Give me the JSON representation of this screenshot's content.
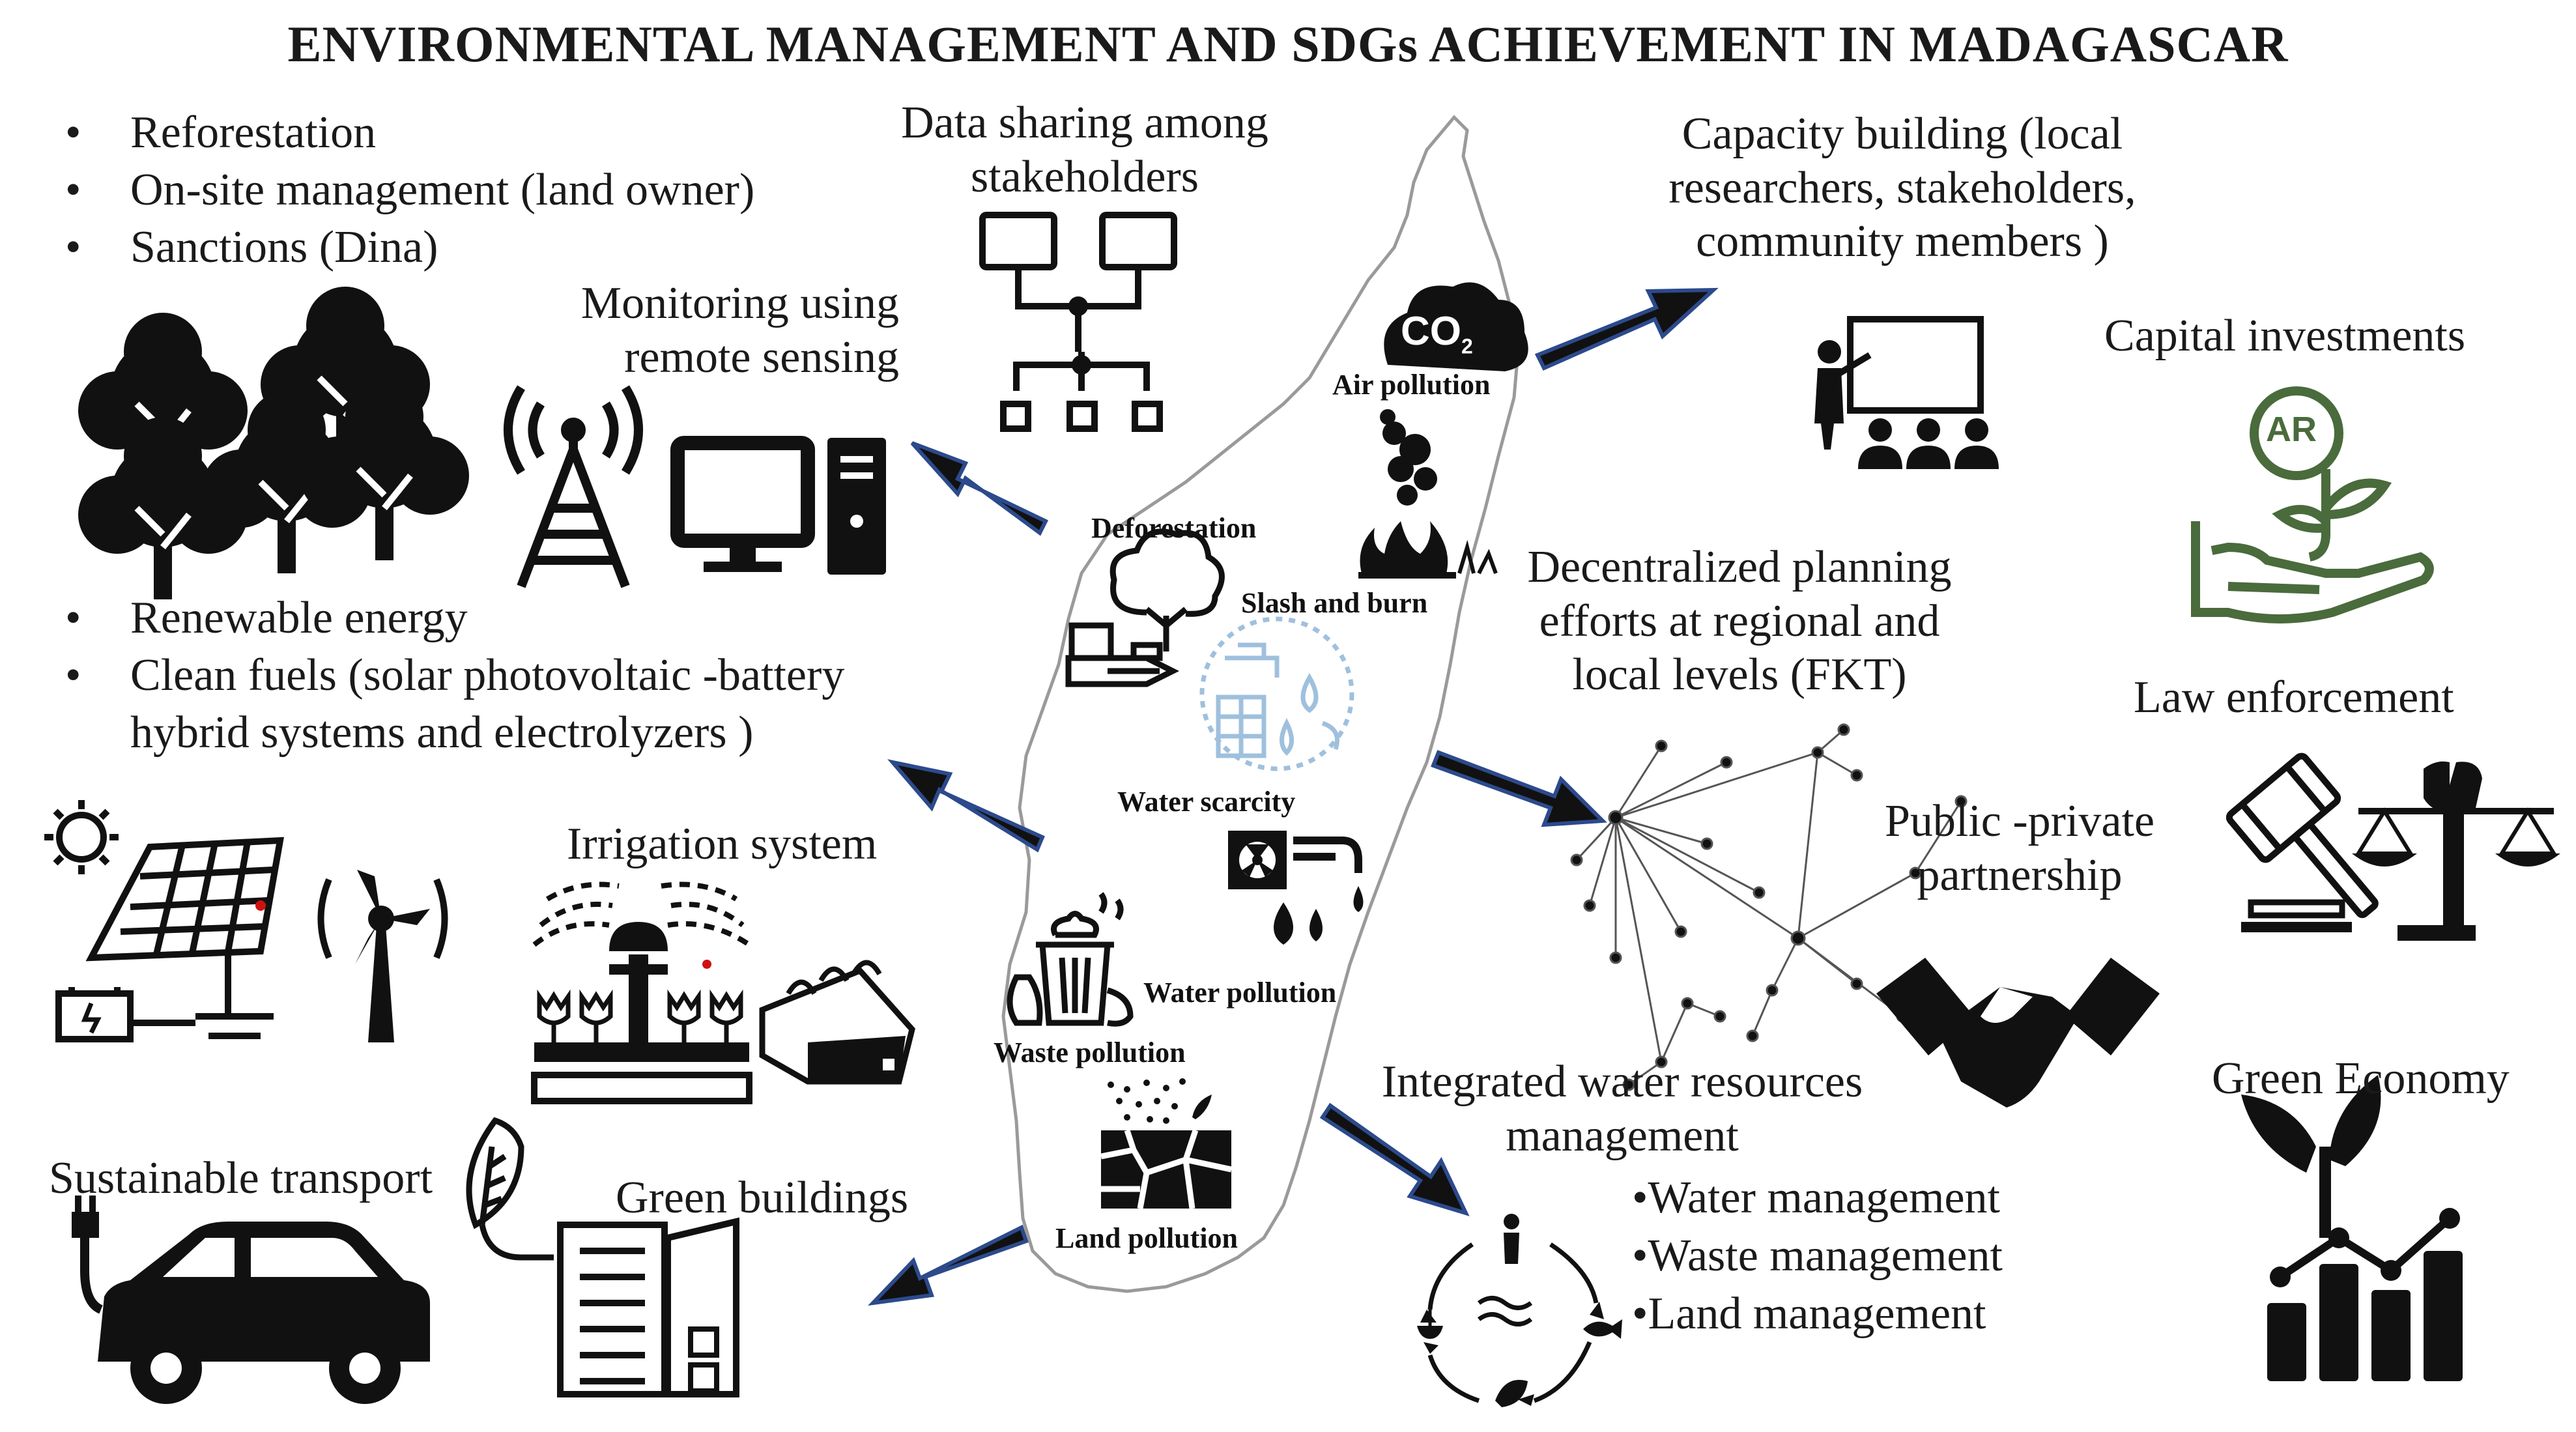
{
  "title": "ENVIRONMENTAL MANAGEMENT AND SDGs ACHIEVEMENT   IN MADAGASCAR",
  "left_top": {
    "bullets": [
      "Reforestation",
      "On-site management (land owner)",
      "Sanctions (Dina)"
    ]
  },
  "left_mid": {
    "bullets": [
      "Renewable energy",
      "Clean fuels (solar photovoltaic  -battery hybrid systems and  electrolyzers )"
    ],
    "bullet2_line1": "Clean fuels (solar photovoltaic  -battery",
    "bullet2_line2": "hybrid systems and  electrolyzers )"
  },
  "labels": {
    "data_sharing_1": "Data sharing among",
    "data_sharing_2": "stakeholders",
    "monitoring_1": "Monitoring using",
    "monitoring_2": "remote sensing",
    "irrigation": "Irrigation system",
    "sustainable_transport": "Sustainable transport",
    "green_buildings": "Green buildings",
    "capacity_1": "Capacity building (local",
    "capacity_2": "researchers, stakeholders,",
    "capacity_3": "community members   )",
    "capital_investments": "Capital investments",
    "decentralized_1": "Decentralized planning",
    "decentralized_2": "efforts at regional and",
    "decentralized_3": "local levels (FKT)",
    "law_enforcement": "Law enforcement",
    "ppp_1": "Public -private",
    "ppp_2": "partnership",
    "green_economy": "Green Economy",
    "iwrm_1": "Integrated water resources",
    "iwrm_2": "management",
    "iwrm_items": [
      "Water management",
      "Waste management",
      "Land management"
    ]
  },
  "map_labels": {
    "air_pollution": "Air pollution",
    "co2": "CO",
    "co2_sub": "2",
    "deforestation": "Deforestation",
    "slash_and_burn": "Slash and burn",
    "water_scarcity": "Water scarcity",
    "water_pollution": "Water pollution",
    "waste_pollution": "Waste pollution",
    "land_pollution": "Land pollution"
  },
  "icon_text": {
    "ar": "AR"
  },
  "colors": {
    "arrow_fill": "#111111",
    "arrow_outline": "#2c4a8c",
    "icon": "#111111",
    "icon_green": "#4a6b3c",
    "map_outline": "#9a9a9a",
    "water_icon": "#8fb6d8",
    "accent_red": "#d01010"
  }
}
